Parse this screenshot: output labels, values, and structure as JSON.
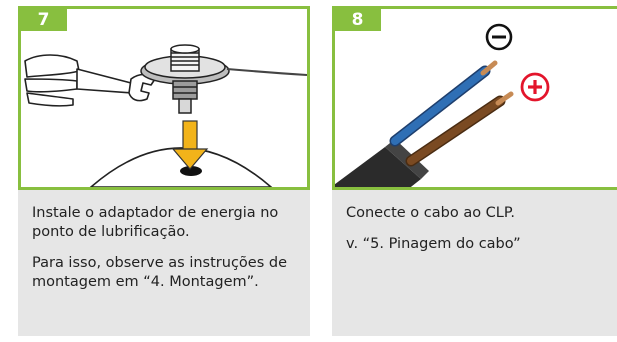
{
  "steps": [
    {
      "number": "7",
      "paragraphs": [
        "Instale o adaptador de energia no ponto de lubrificação.",
        "Para isso, observe as instruções de montagem em “4. Montagem”."
      ]
    },
    {
      "number": "8",
      "paragraphs": [
        "Conecte o cabo ao CLP.",
        "v. “5. Pinagem do cabo”"
      ],
      "minus_symbol": "−",
      "plus_symbol": "+"
    }
  ],
  "colors": {
    "accent": "#88bf3f",
    "text_panel": "#e6e6e6",
    "arrow": "#f2b31a",
    "plus": "#e3142b",
    "wire_blue": "#2f6fb5",
    "wire_brown": "#7a4a22"
  }
}
